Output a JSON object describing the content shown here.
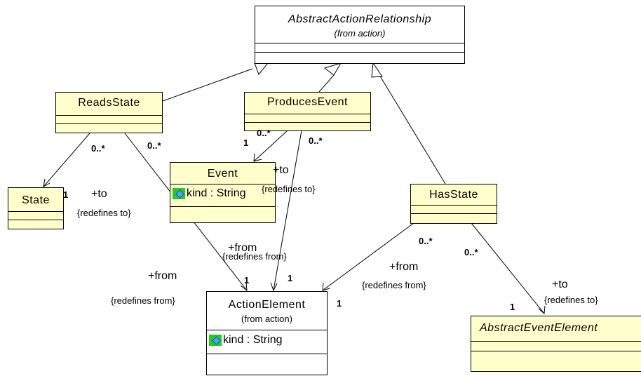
{
  "classes": {
    "abstract_action_relationship": {
      "name": "AbstractActionRelationship",
      "from": "(from action)"
    },
    "reads_state": {
      "name": "ReadsState"
    },
    "produces_event": {
      "name": "ProducesEvent"
    },
    "event": {
      "name": "Event",
      "attribute": "kind : String"
    },
    "state": {
      "name": "State"
    },
    "has_state": {
      "name": "HasState"
    },
    "action_element": {
      "name": "ActionElement",
      "from": "(from action)",
      "attribute": "kind : String"
    },
    "abstract_event_element": {
      "name": "AbstractEventElement"
    }
  },
  "labels": {
    "to_role": "+to",
    "from_role": "+from",
    "redefines_to": "{redefines to}",
    "redefines_from": "{redefines from}",
    "mult_many": "0..*",
    "mult_one": "1"
  },
  "colors": {
    "class_fill": "#ffffcc",
    "attribute_icon": "#22cc22"
  }
}
